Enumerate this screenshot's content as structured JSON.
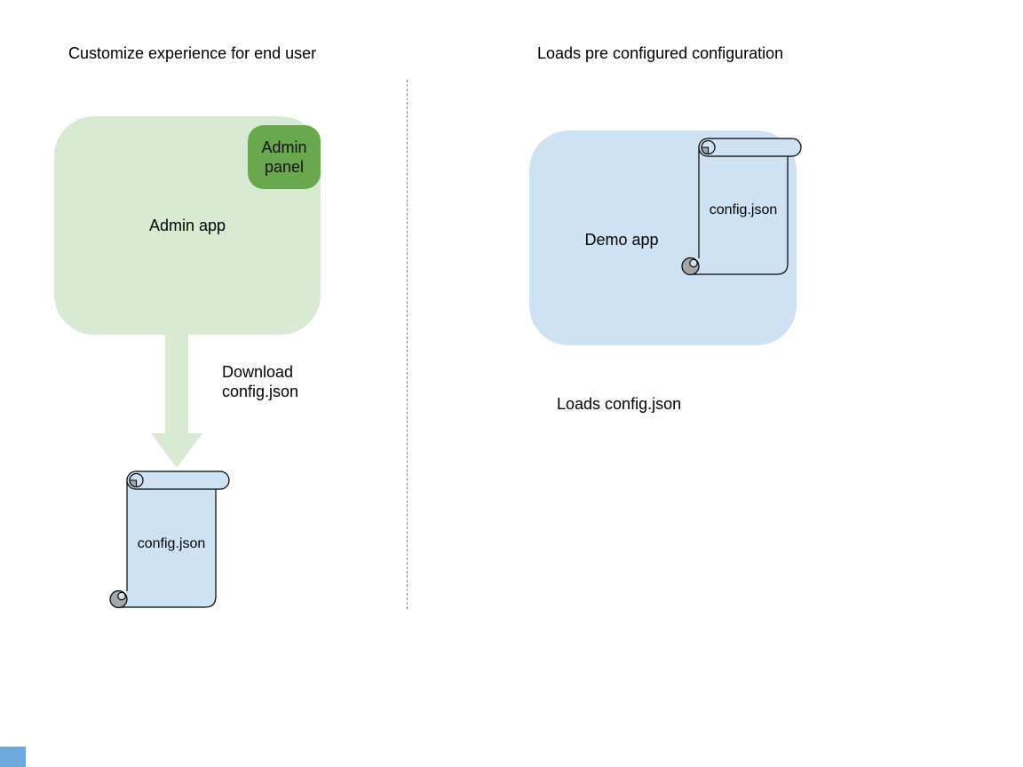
{
  "left_panel": {
    "title": "Customize experience for end user",
    "admin_app": {
      "label": "Admin app"
    },
    "admin_panel": {
      "label": "Admin panel"
    },
    "download_caption": "Download config.json",
    "config_file": {
      "label": "config.json"
    }
  },
  "right_panel": {
    "title": "Loads pre configured configuration",
    "demo_app": {
      "label": "Demo app"
    },
    "config_file": {
      "label": "config.json"
    },
    "caption": "Loads config.json"
  },
  "colors": {
    "app_box_green": "#d9ead3",
    "admin_panel_green": "#6aa84f",
    "app_box_blue": "#cfe2f3",
    "scroll_fill": "#cfe2f3",
    "scroll_curl_gray": "#a6a6a6",
    "shape_outline": "#000000",
    "arrow_green": "#d9ead3",
    "divider_gray": "#888888",
    "corner_square_blue": "#6fa8dc",
    "text": "#000000"
  }
}
